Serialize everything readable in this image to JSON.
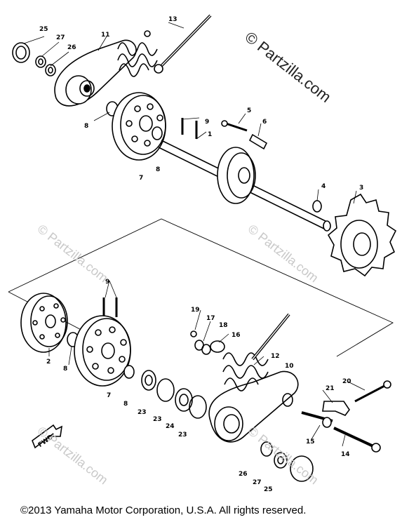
{
  "watermark": "© Partzilla.com",
  "copyright": "©2013 Yamaha Motor Corporation, U.S.A. All rights reserved.",
  "arrow_label": "FWD",
  "callouts": {
    "c25a": "25",
    "c27a": "27",
    "c26a": "26",
    "c11": "11",
    "c13": "13",
    "c8a": "8",
    "c9a": "9",
    "c7a": "7",
    "c8b": "8",
    "c1": "1",
    "c5": "5",
    "c6": "6",
    "c4": "4",
    "c3": "3",
    "c9b": "9",
    "c2": "2",
    "c8c": "8",
    "c7b": "7",
    "c8d": "8",
    "c19": "19",
    "c17": "17",
    "c18": "18",
    "c16": "16",
    "c12": "12",
    "c10": "10",
    "c23a": "23",
    "c23b": "23",
    "c24": "24",
    "c23c": "23",
    "c20": "20",
    "c21": "21",
    "c15": "15",
    "c14": "14",
    "c26b": "26",
    "c27b": "27",
    "c25b": "25"
  }
}
